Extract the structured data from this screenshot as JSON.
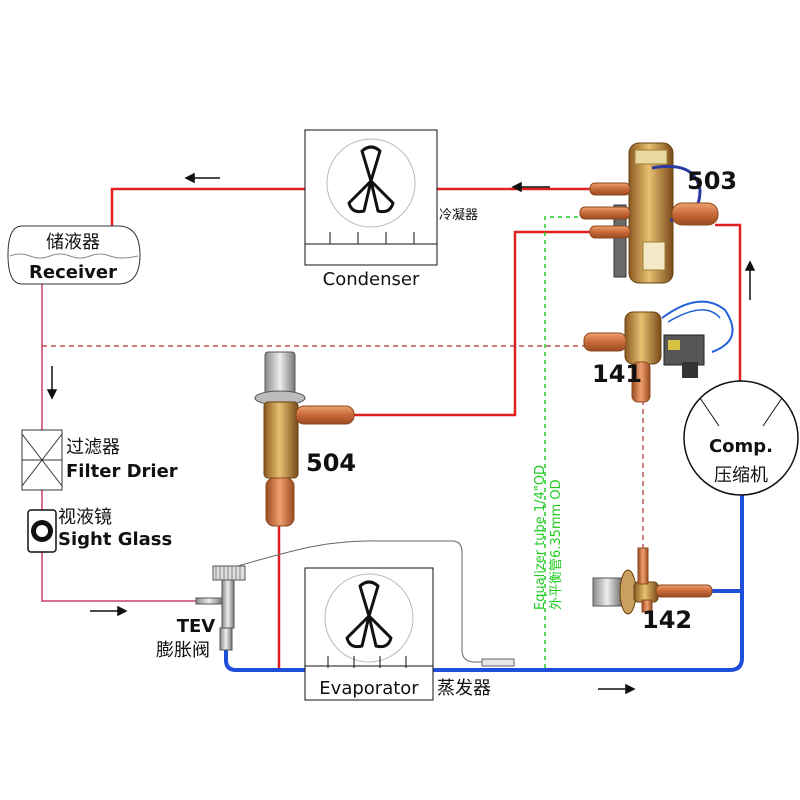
{
  "components": {
    "condenser": {
      "label": "Condenser",
      "cn": "冷凝器"
    },
    "evaporator": {
      "label": "Evaporator",
      "cn": "蒸发器"
    },
    "receiver": {
      "label": "Receiver",
      "cn": "储液器"
    },
    "filter": {
      "label": "Filter Drier",
      "cn": "过滤器"
    },
    "sight_glass": {
      "label": "Sight Glass",
      "cn": "视液镜"
    },
    "tev": {
      "label": "TEV",
      "cn": "膨胀阀"
    },
    "compressor": {
      "label": "Comp.",
      "cn": "压缩机"
    },
    "valves": {
      "v503": "503",
      "v141": "141",
      "v504": "504",
      "v142": "142"
    },
    "equalizer": {
      "label_en": "Equalizer tube 1/4\"OD",
      "label_cn": "外平衡管6.35mm OD"
    }
  },
  "colors": {
    "discharge_line": "#e02020",
    "suction_line": "#1f4fd8",
    "liquid_line": "#c8406a",
    "pilot_line": "#b03030",
    "equalizer_line": "#22cc22",
    "brass": "#c9923e",
    "copper": "#d07a4a"
  }
}
